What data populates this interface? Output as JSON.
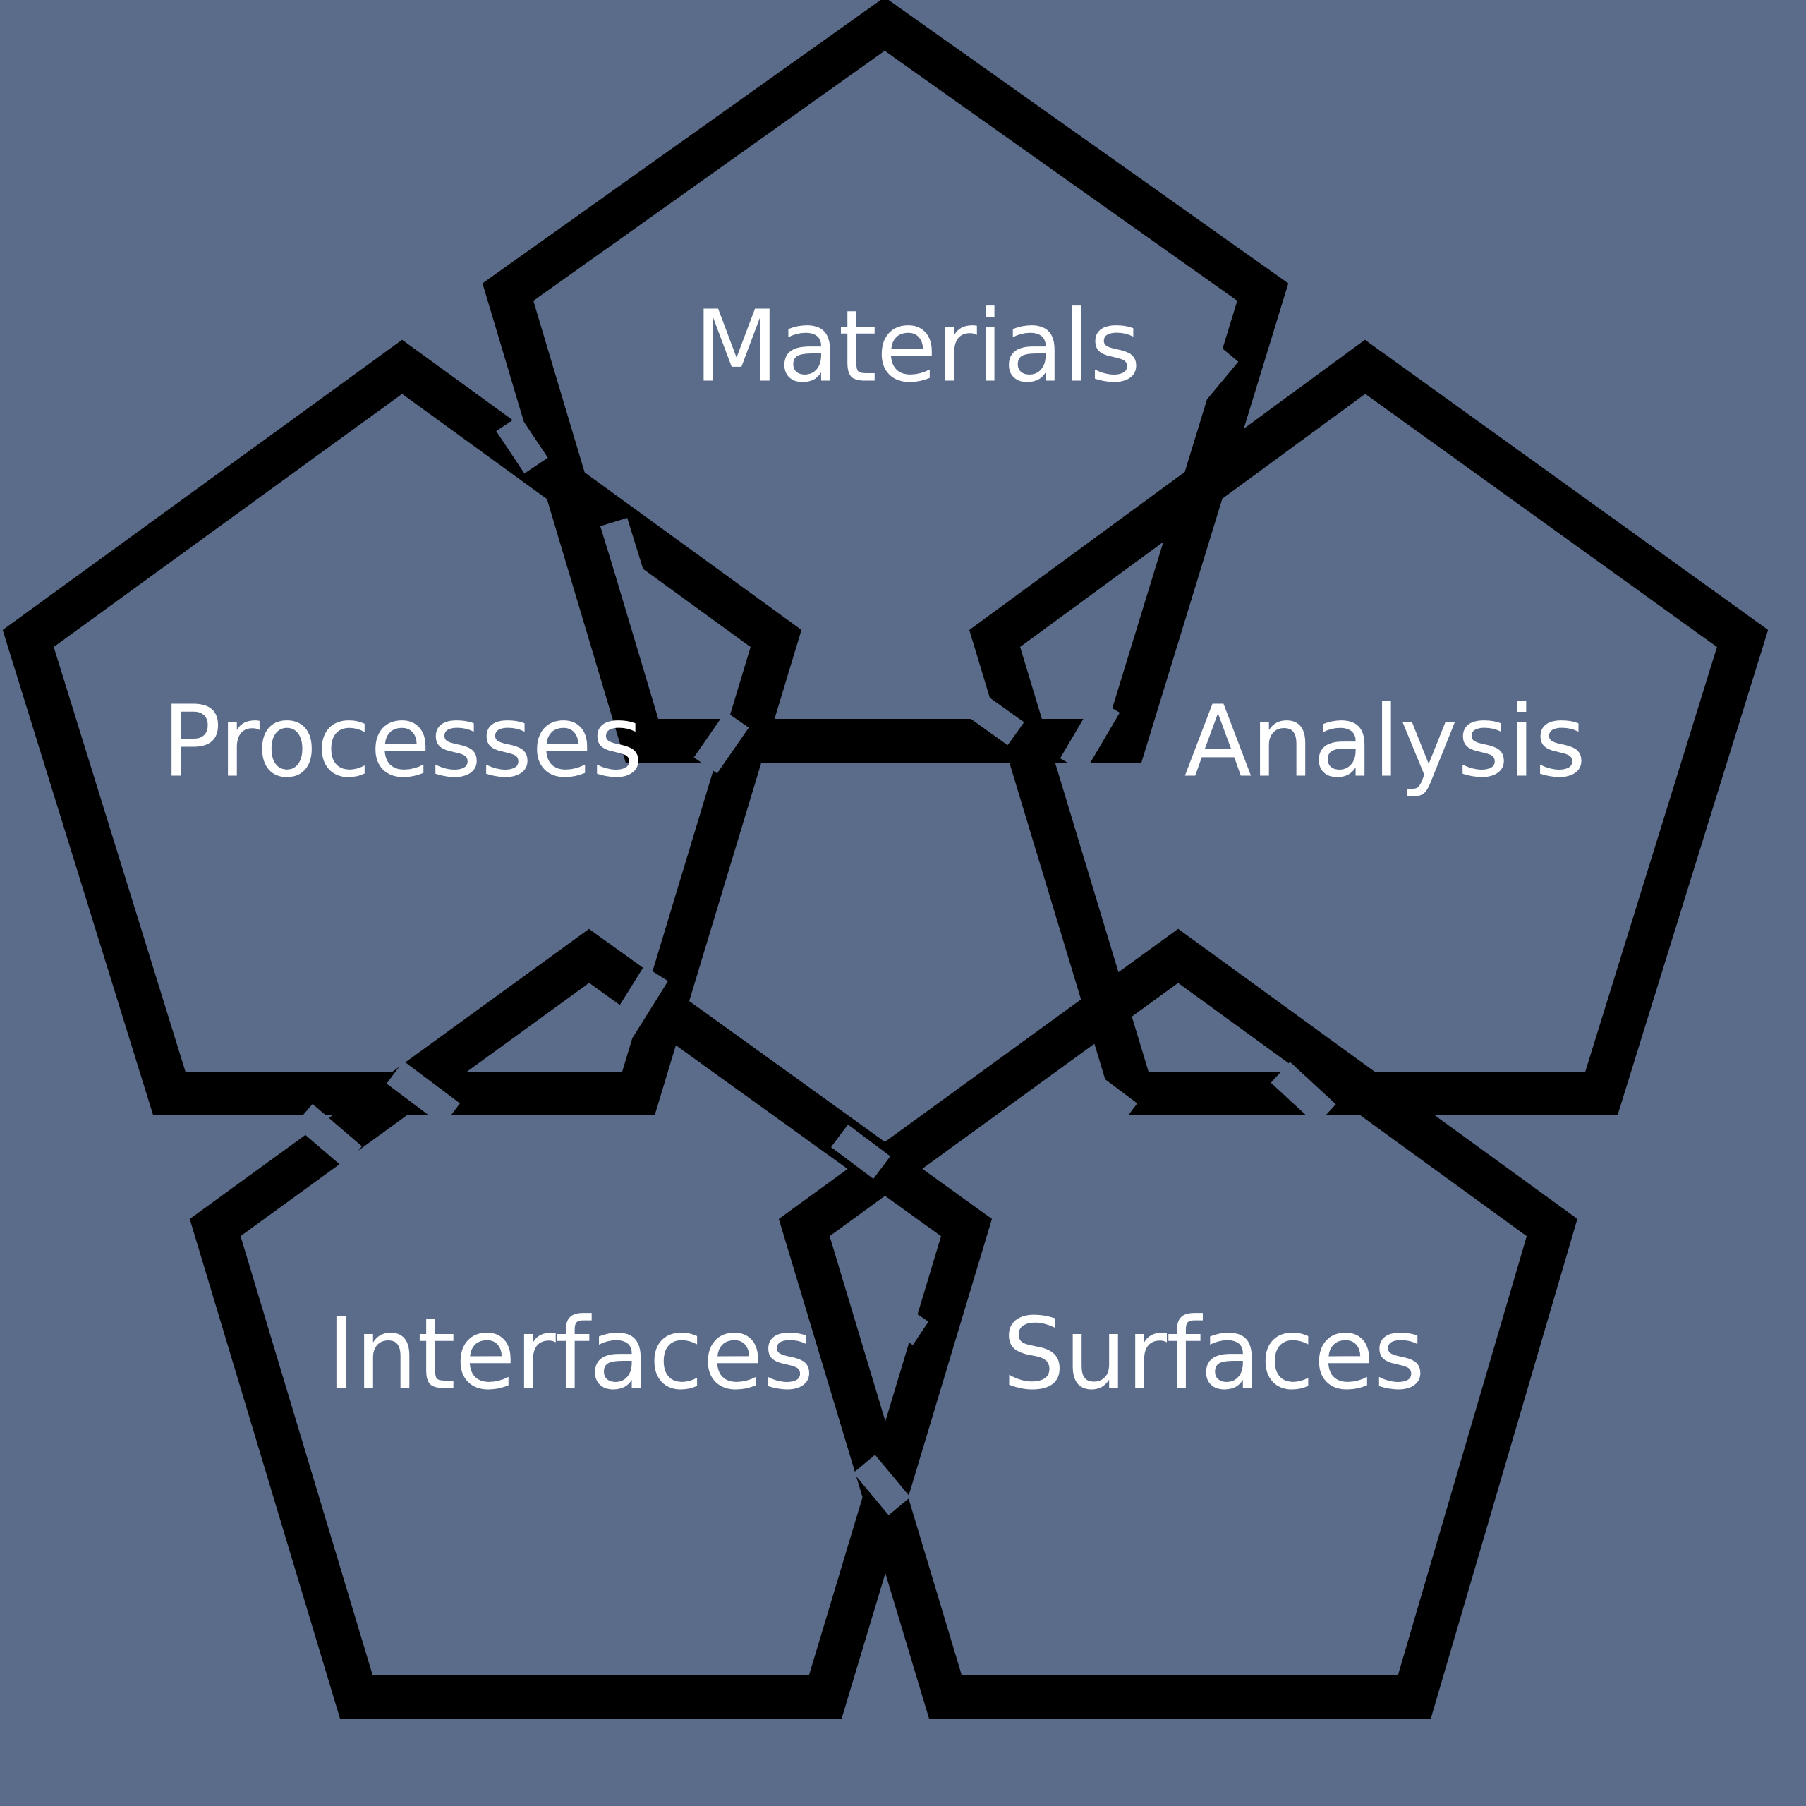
{
  "diagram": {
    "background_color": "#5b6c8a",
    "outline_color": "#000000",
    "label_color": "#ffffff",
    "nodes": [
      {
        "id": "materials",
        "label": "Materials"
      },
      {
        "id": "processes",
        "label": "Processes"
      },
      {
        "id": "analysis",
        "label": "Analysis"
      },
      {
        "id": "interfaces",
        "label": "Interfaces"
      },
      {
        "id": "surfaces",
        "label": "Surfaces"
      }
    ]
  }
}
